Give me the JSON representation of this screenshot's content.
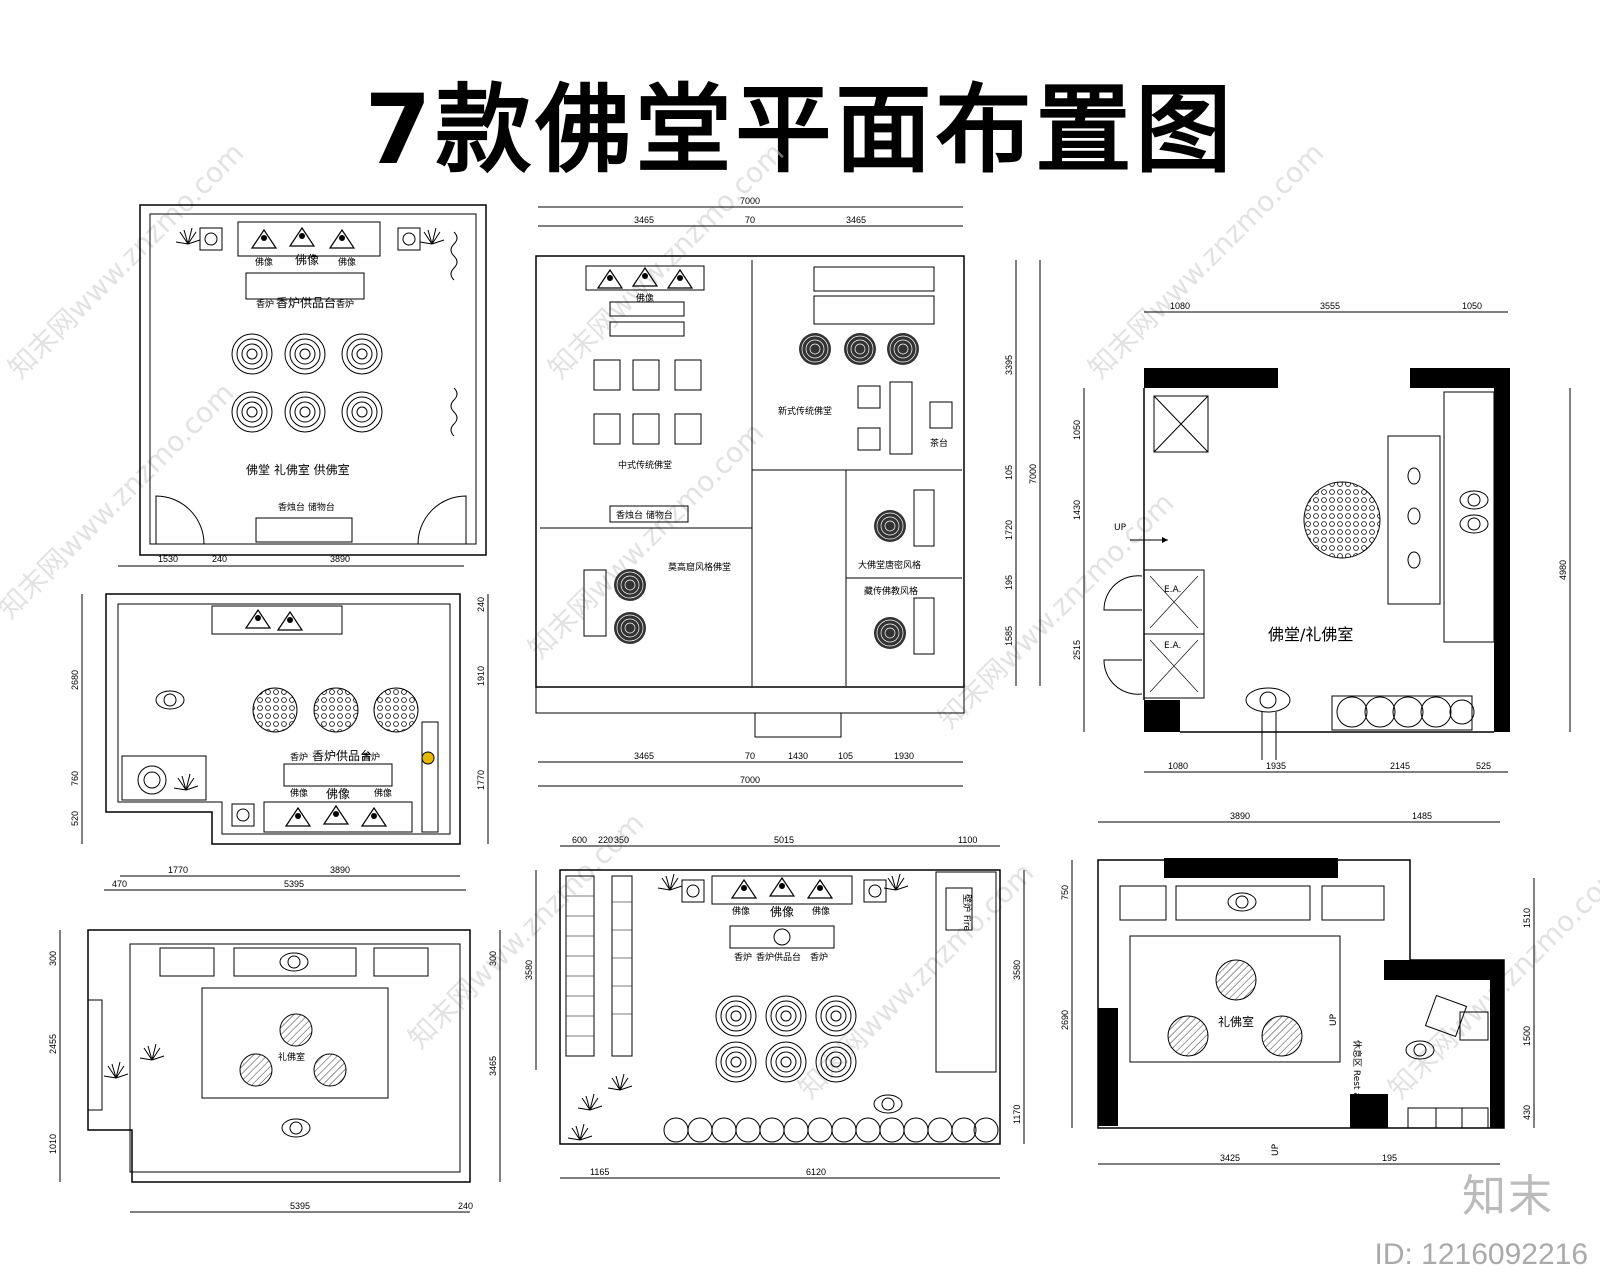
{
  "title": "7款佛堂平面布置图",
  "watermark": "知末网www.znzmo.com",
  "brand": "知末",
  "image_id": "ID: 1216092216",
  "plan_a": {
    "buddha": "佛像",
    "small_buddha": "佛像",
    "incense": "香炉",
    "offering_table": "香炉供品台",
    "room": "佛堂 礼佛室 供佛室",
    "storage": "香烛台 储物台",
    "dims": [
      "1530",
      "240",
      "3890"
    ]
  },
  "plan_b": {
    "top_dims": [
      "7000",
      "3465",
      "70",
      "3465"
    ],
    "bottom_dims": [
      "3465",
      "70",
      "1430",
      "105",
      "1930",
      "7000"
    ],
    "right_dims": [
      "3395",
      "105",
      "1720",
      "195",
      "1585",
      "7000"
    ],
    "buddha": "佛像",
    "chinese": "中式传统佛堂",
    "incense_storage": "香烛台 储物台",
    "modern": "新式传统佛堂",
    "tea": "茶台",
    "mogao": "莫高窟风格佛堂",
    "tang": "大佛堂唐密风格",
    "tibet": "藏传佛教风格"
  },
  "plan_c": {
    "top_dims": [
      "1080",
      "3555",
      "1050"
    ],
    "bottom_dims": [
      "1080",
      "1935",
      "2145",
      "525"
    ],
    "left_dims": [
      "1050",
      "1430",
      "2515"
    ],
    "right_dim": "4980",
    "up": "UP",
    "ea": "E.A.",
    "room": "佛堂/礼佛室"
  },
  "plan_d": {
    "dims_bottom": [
      "1770",
      "3890"
    ],
    "dims_left": [
      "2680",
      "760",
      "520"
    ],
    "dims_right": [
      "240",
      "1910",
      "1770"
    ],
    "incense": "香炉",
    "offering_table": "香炉供品台",
    "buddha": "佛像"
  },
  "plan_e": {
    "top_dims": [
      "470",
      "5395"
    ],
    "bottom_dims": [
      "5395",
      "240"
    ],
    "left_dims": [
      "300",
      "2455",
      "1010"
    ],
    "right_dims": [
      "300",
      "3465"
    ],
    "room": "礼佛室"
  },
  "plan_f": {
    "top_dims": [
      "600",
      "220",
      "350",
      "5015",
      "1100"
    ],
    "bottom_dims": [
      "1165",
      "6120"
    ],
    "left_dim": "3580",
    "right_dims": [
      "3580",
      "1170"
    ],
    "buddha": "佛像",
    "incense": "香炉",
    "offering_table": "香炉供品台",
    "fire": "壁炉 Fire"
  },
  "plan_g": {
    "top_dims": [
      "3890",
      "1485"
    ],
    "bottom_dims": [
      "3425",
      "195"
    ],
    "left_dims": [
      "750",
      "2690"
    ],
    "right_dims": [
      "1510",
      "1500",
      "430"
    ],
    "room": "礼佛室",
    "rest": "休息区 Rest area",
    "up": "UP"
  }
}
